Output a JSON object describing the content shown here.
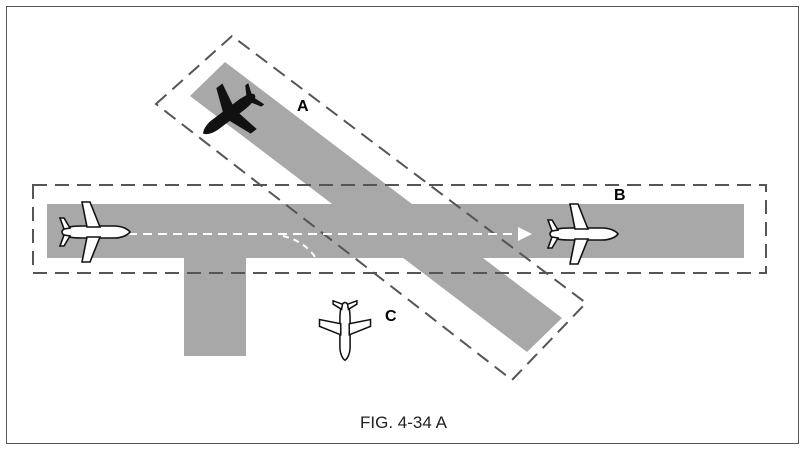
{
  "figure": {
    "caption": "FIG. 4-34 A",
    "labels": {
      "a": "A",
      "b": "B",
      "c": "C"
    }
  },
  "aircraft": [
    {
      "position_label": "A",
      "icon": "airplane-dark-icon"
    },
    {
      "position_label": "B",
      "icon": "airplane-white-icon"
    },
    {
      "position_label": "C",
      "icon": "airplane-white-icon"
    }
  ],
  "colors": {
    "runway": "#a8a8a8",
    "dash_outline": "#555555",
    "dark_airplane": "#111111",
    "light_airplane": "#ffffff",
    "taxi_path": "#ffffff"
  }
}
